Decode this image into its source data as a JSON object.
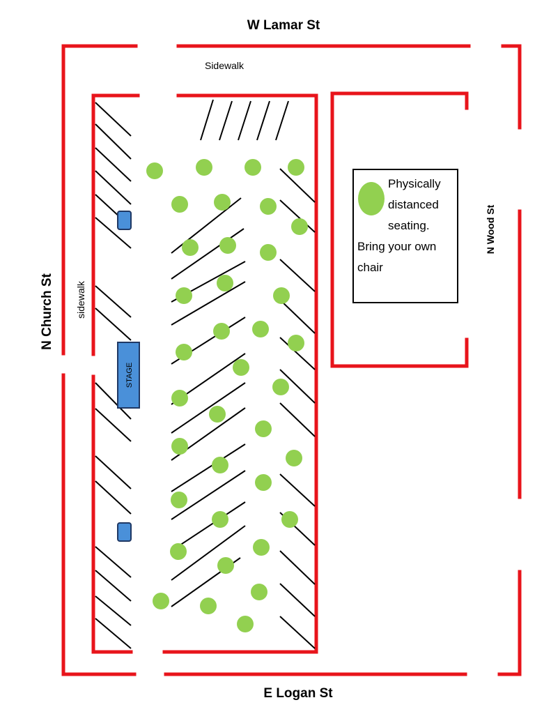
{
  "streets": {
    "north": "W Lamar St",
    "south": "E Logan St",
    "west": "N Church St",
    "east": "N Wood St"
  },
  "labels": {
    "sidewalk_top": "Sidewalk",
    "sidewalk_left": "sidewalk",
    "stage": "STAGE"
  },
  "legend": {
    "lines": [
      "Physically",
      "distanced",
      "seating.",
      "Bring your own",
      "chair"
    ],
    "seat_color": "#92d050"
  },
  "colors": {
    "boundary": "#e8141b",
    "stage": "#4a90d9",
    "seat": "#92d050"
  }
}
